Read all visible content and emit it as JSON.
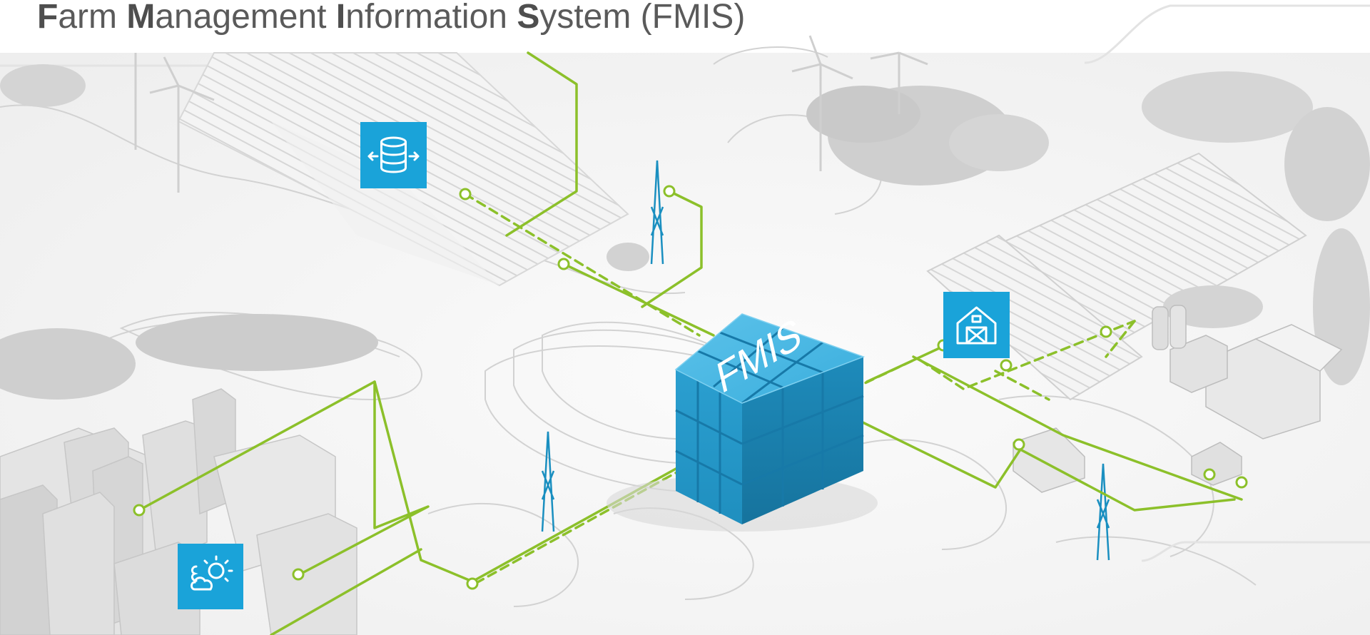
{
  "title": {
    "parts": [
      {
        "initial": "F",
        "rest": "arm "
      },
      {
        "initial": "M",
        "rest": "anagement "
      },
      {
        "initial": "I",
        "rest": "nformation "
      },
      {
        "initial": "S",
        "rest": "ystem (FMIS)"
      }
    ]
  },
  "hub": {
    "label": "FMIS"
  },
  "nodes": [
    {
      "name": "database",
      "icon": "database-sync-icon"
    },
    {
      "name": "farm-building",
      "icon": "barn-icon"
    },
    {
      "name": "weather",
      "icon": "weather-sun-cloud-icon"
    }
  ],
  "colors": {
    "accent_blue": "#1aa3d9",
    "cube_blue": "#2fa6d6",
    "link_green": "#8cc02a",
    "title_gray": "#5a5a5a"
  }
}
